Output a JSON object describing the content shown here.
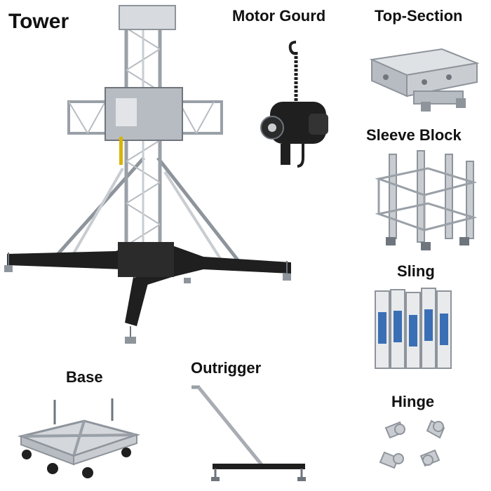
{
  "labels": {
    "tower": "Tower",
    "motor_gourd": "Motor Gourd",
    "top_section": "Top-Section",
    "sleeve_block": "Sleeve Block",
    "sling": "Sling",
    "hinge": "Hinge",
    "base": "Base",
    "outrigger": "Outrigger"
  },
  "colors": {
    "aluminum": "#c9cdd2",
    "aluminum_dark": "#8e949b",
    "steel_black": "#1f1f1f",
    "sling_blue": "#3a6fb5",
    "text": "#111111"
  }
}
